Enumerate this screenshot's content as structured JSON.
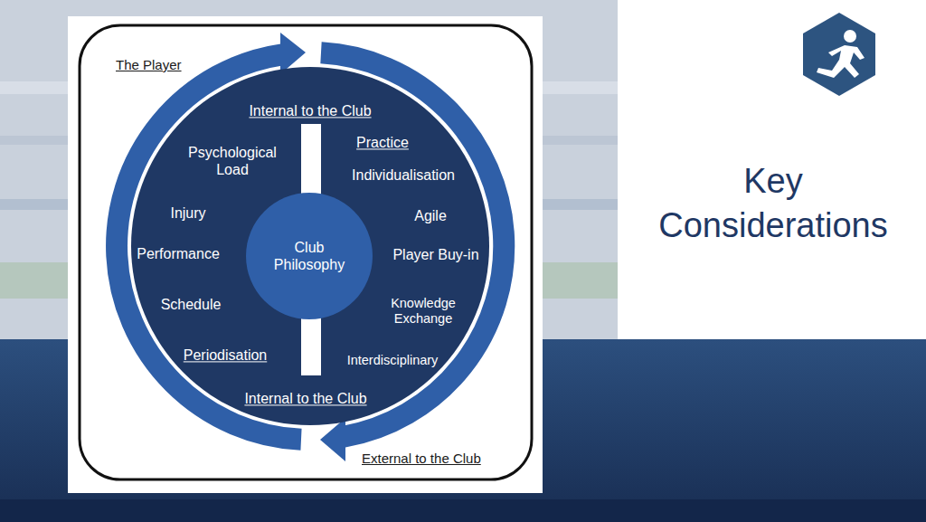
{
  "diagram": {
    "title": "Key Considerations",
    "nodes": [
      {
        "text": [
          "Internal to the Club",
          "Psychological Load",
          "Practice",
          "Individualisation",
          "Injury",
          "Agile",
          "Performance",
          "Player Buy-in",
          "Schedule",
          "Knowledge Exchange",
          "Periodisation",
          "Interdisciplinary",
          "Internal to the Club"
        ]
      },
      {
        "text": [
          "Club Philosophy"
        ],
        "in": 0
      }
    ],
    "labels": [
      "The Player",
      "External to the Club"
    ]
  }
}
